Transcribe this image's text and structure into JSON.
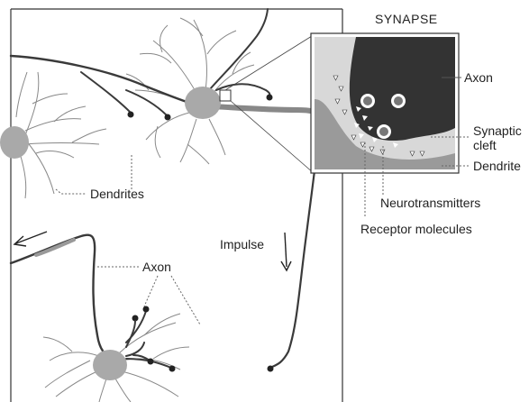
{
  "title": "SYNAPSE",
  "labels": {
    "axon_inset": "Axon",
    "synaptic_cleft_line1": "Synaptic",
    "synaptic_cleft_line2": "cleft",
    "dendrite_inset": "Dendrite",
    "neurotransmitters": "Neurotransmitters",
    "receptor_molecules": "Receptor molecules",
    "dendrites": "Dendrites",
    "impulse": "Impulse",
    "axon": "Axon"
  },
  "colors": {
    "frame": "#333333",
    "neuron_body": "#a9a9a9",
    "axon_dark": "#3a3a3a",
    "inset_bg": "#d8d8d8",
    "inset_axon": "#333333",
    "inset_dendrite": "#9a9a9a"
  }
}
